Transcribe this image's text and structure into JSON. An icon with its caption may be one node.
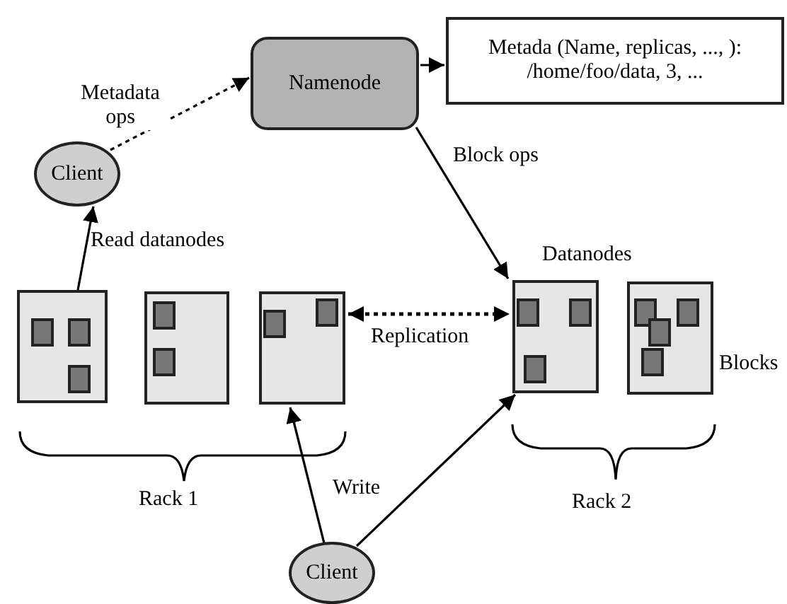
{
  "diagram": {
    "nodes": [
      {
        "text": [
          "Namenode"
        ]
      },
      {
        "text": [
          "Metada (Name, replicas, ..., ):",
          "/home/foo/data, 3, ..."
        ]
      },
      {
        "text": [
          "Client"
        ]
      },
      {
        "text": [],
        "shape": "box"
      },
      {
        "text": [],
        "shape": "box"
      },
      {
        "text": [],
        "shape": "box"
      },
      {
        "text": [],
        "shape": "box"
      },
      {
        "text": [],
        "shape": "box"
      },
      {
        "text": [
          "Client"
        ]
      }
    ],
    "edges": [
      {
        "from": 2,
        "to": 0,
        "arrow": "to",
        "label": "Metadata ops",
        "style": "dashed"
      },
      {
        "from": 0,
        "to": 1,
        "arrow": "to"
      },
      {
        "from": 0,
        "to": 6,
        "arrow": "to",
        "label": "Block ops"
      },
      {
        "from": 3,
        "to": 2,
        "arrow": "to",
        "label": "Read datanodes"
      },
      {
        "from": 5,
        "to": 6,
        "arrow": "both",
        "label": "Replication",
        "style": "dashed"
      },
      {
        "from": 8,
        "to": 5,
        "arrow": "to"
      },
      {
        "from": 8,
        "to": 6,
        "arrow": "to"
      }
    ],
    "labels": [
      "Datanodes",
      "Blocks",
      "Rack 1",
      "Write",
      "Rack 2"
    ]
  }
}
